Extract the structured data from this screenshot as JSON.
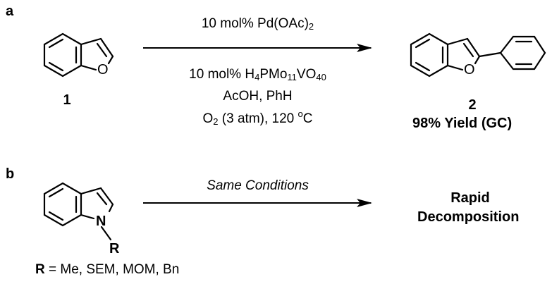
{
  "panel_a": {
    "label": "a",
    "reactant": {
      "number": "1",
      "atom_o": "O"
    },
    "conditions_top": {
      "amount": "10 mol%",
      "reagent": "Pd(OAc)",
      "reagent_sub": "2"
    },
    "conditions_bottom": {
      "line1": {
        "amount": "10 mol%",
        "p1": "H",
        "s1": "4",
        "p2": "PMo",
        "s2": "11",
        "p3": "VO",
        "s3": "40"
      },
      "line2": "AcOH, PhH",
      "line3": {
        "p1": "O",
        "s1": "2",
        "p2": " (3 atm), 120 ",
        "deg": "o",
        "p3": "C"
      }
    },
    "product": {
      "number": "2",
      "atom_o": "O",
      "yield": "98% Yield (GC)"
    }
  },
  "panel_b": {
    "label": "b",
    "reactant": {
      "atom_n": "N",
      "atom_r": "R"
    },
    "conditions": "Same Conditions",
    "result_line1": "Rapid",
    "result_line2": "Decomposition",
    "substituents": {
      "r": "R",
      "rest": " = Me, SEM, MOM, Bn"
    }
  }
}
